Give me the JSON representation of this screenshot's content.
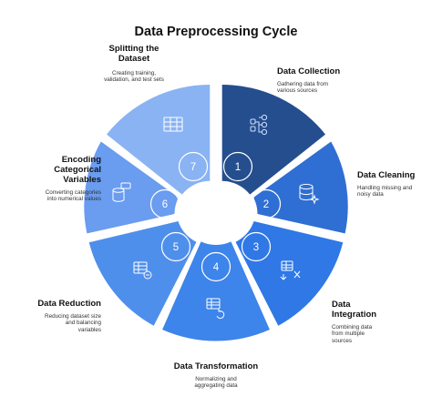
{
  "title": "Data Preprocessing Cycle",
  "colors": {
    "s1": "#254e8e",
    "s2": "#2f6fd3",
    "s3": "#2f78e6",
    "s4": "#3d84eb",
    "s5": "#4f8fec",
    "s6": "#6a9cef",
    "s7": "#8ab3f3"
  },
  "steps": [
    {
      "number": "1",
      "title": "Data Collection",
      "desc": "Gathering data from various sources",
      "icon": "data-flow-icon"
    },
    {
      "number": "2",
      "title": "Data Cleaning",
      "desc": "Handling missing and noisy data",
      "icon": "database-sparkle-icon"
    },
    {
      "number": "3",
      "title": "Data Integration",
      "desc": "Combining data from multiple sources",
      "icon": "table-merge-icon"
    },
    {
      "number": "4",
      "title": "Data Transformation",
      "desc": "Normalizing and aggregating data",
      "icon": "table-refresh-icon"
    },
    {
      "number": "5",
      "title": "Data Reduction",
      "desc": "Reducing dataset size and balancing variables",
      "icon": "table-minus-icon"
    },
    {
      "number": "6",
      "title": "Encoding Categorical Variables",
      "desc": "Converting categories into numerical values",
      "icon": "database-tag-icon"
    },
    {
      "number": "7",
      "title": "Splitting the Dataset",
      "desc": "Creating training, validation, and test sets",
      "icon": "table-split-icon"
    }
  ]
}
